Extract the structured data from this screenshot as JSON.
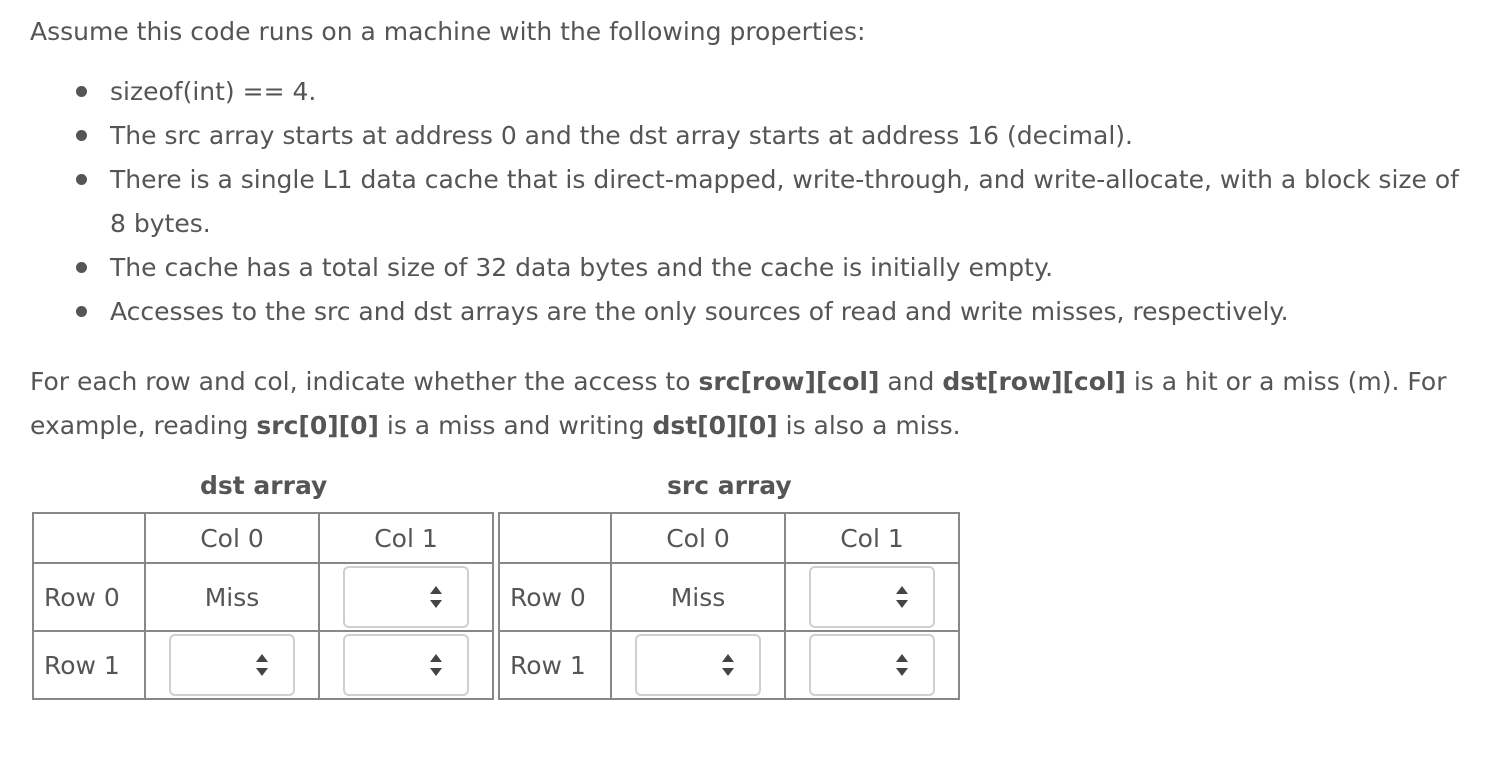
{
  "intro": "Assume this code runs on a machine with the following properties:",
  "bullets": [
    "sizeof(int) == 4.",
    "The src array starts at address 0 and the dst array starts at address 16 (decimal).",
    "There is a single L1 data cache that is direct-mapped, write-through, and write-allocate, with a block size of 8 bytes.",
    "The cache has a total size of 32 data bytes and the cache is initially empty.",
    "Accesses to the src and dst arrays are the only sources of read and write misses, respectively."
  ],
  "instructions": {
    "t1": "For each row and col, indicate whether the access to ",
    "b1": "src[row][col]",
    "t2": " and ",
    "b2": "dst[row][col]",
    "t3": " is a hit or a miss (m). For example, reading ",
    "b3": "src[0][0]",
    "t4": " is a miss and writing ",
    "b4": "dst[0][0]",
    "t5": " is also a miss."
  },
  "dst_table": {
    "caption": "dst array",
    "col0": "Col 0",
    "col1": "Col 1",
    "row0": "Row 0",
    "row1": "Row 1",
    "r0c0": "Miss",
    "r0c1": "",
    "r1c0": "",
    "r1c1": ""
  },
  "src_table": {
    "caption": "src array",
    "col0": "Col 0",
    "col1": "Col 1",
    "row0": "Row 0",
    "row1": "Row 1",
    "r0c0": "Miss",
    "r0c1": "",
    "r1c0": "",
    "r1c1": ""
  },
  "icons": {
    "select_arrow": "up-down-chevron-icon"
  }
}
